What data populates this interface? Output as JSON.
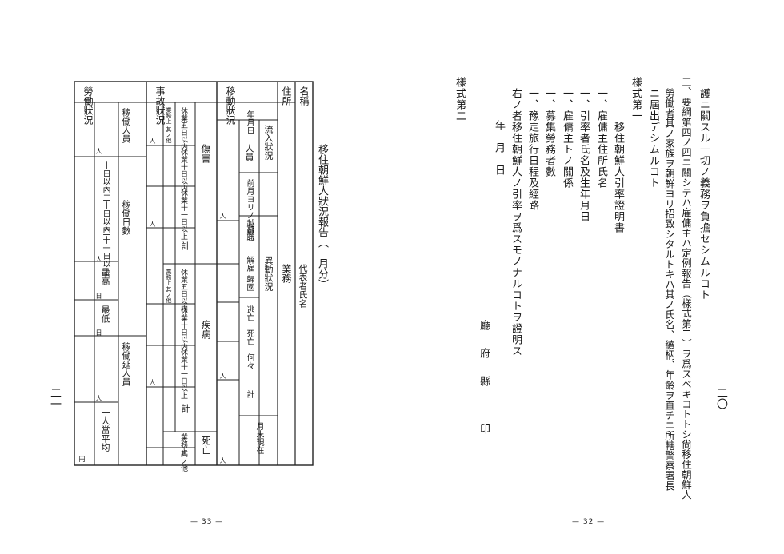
{
  "left_page": {
    "side_number": "二一",
    "page_number": "— 33 —",
    "form": {
      "title": "移住朝鮮人狀況報告（　月分）",
      "col_name": "名稱",
      "col_name_sub": "代表者氏名",
      "col_address": "住所",
      "col_business": "業務",
      "migration": {
        "header": "移動狀況",
        "inflow": "流入狀況",
        "date": "年月日",
        "persons": "人員",
        "carryover": "前月ヨリノ越員",
        "change": "異動狀況",
        "quit": "辭職",
        "dismissal": "解雇",
        "return_home": "歸國",
        "escape": "逃亡",
        "death": "死亡",
        "other": "何々",
        "total": "計",
        "month_end": "月末現在"
      },
      "accident": {
        "header": "事故狀況",
        "injury": "傷害",
        "illness": "疾病",
        "d5_rest": "休業五日以内",
        "d10_rest": "休業十日以内",
        "d11_rest": "休業十一日以上",
        "on_duty": "業務上",
        "off_duty": "其ノ他",
        "total": "計",
        "death": "死亡",
        "death_on": "業務上",
        "death_other": "其ノ他"
      },
      "labor": {
        "header": "勞働狀況",
        "workers": "稼働人員",
        "days": "稼働日數",
        "d10": "十日以內",
        "d20": "二十日以內",
        "d21": "二十一日以上",
        "max": "最高",
        "min": "最低",
        "total_persons": "稼働延人員",
        "avg": "一人當平均"
      },
      "units": {
        "person": "人",
        "day": "日",
        "yen": "円"
      }
    }
  },
  "right_page": {
    "side_number": "二〇",
    "page_number": "— 32 —",
    "lines": [
      "護ニ關スル一切ノ義務ヲ負擔セシムルコト",
      "三、要綱第四ノ四ニ關シテハ雇傭主ハ定例報告（樣式第二）ヲ爲スベキコトトシ尙移住朝鮮人",
      "勞働者其ノ家族ヲ朝鮮ヨリ招致シタルトキハ其ノ氏名、續柄、年齡ヲ直チニ所轄警察署長",
      "ニ屆出デシムルコト"
    ],
    "form1": {
      "label": "樣式第一",
      "title": "移住朝鮮人引率證明書",
      "items": [
        "一、雇傭主住所氏名",
        "一、引率者氏名及生年月日",
        "一、雇傭主トノ關係",
        "一、募集勞務者數",
        "一、豫定旅行日程及經路"
      ],
      "certify": "右ノ者移住朝鮮人ノ引率ヲ爲スモノナルコトヲ證明ス",
      "date": "年　月　日",
      "signer": "廳府縣",
      "seal": "印"
    },
    "form2_label": "樣式第二"
  }
}
